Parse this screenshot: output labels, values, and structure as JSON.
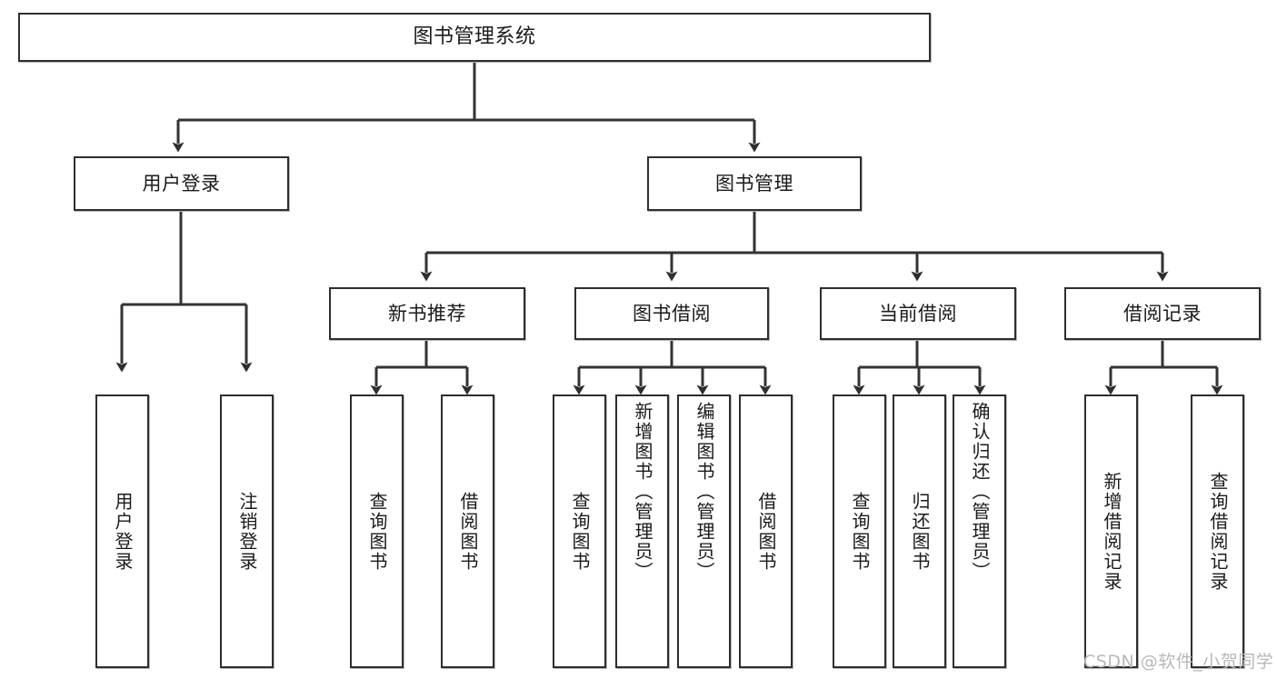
{
  "diagram": {
    "title": "图书管理系统",
    "type": "tree",
    "colors": {
      "box_border": "#2e2e2e",
      "box_fill": "#ffffff",
      "connector": "#333333",
      "watermark": "#b8b8b8",
      "background": "#ffffff"
    },
    "levels": {
      "root": "图书管理系统",
      "level2": [
        "用户登录",
        "图书管理"
      ],
      "level3": [
        "新书推荐",
        "图书借阅",
        "当前借阅",
        "借阅记录"
      ]
    },
    "nodes": {
      "root": {
        "label": "图书管理系统"
      },
      "user_login": {
        "label": "用户登录"
      },
      "book_manage": {
        "label": "图书管理"
      },
      "new_book_rec": {
        "label": "新书推荐"
      },
      "book_borrow": {
        "label": "图书借阅"
      },
      "current_borrow": {
        "label": "当前借阅"
      },
      "borrow_record": {
        "label": "借阅记录"
      }
    },
    "leaves": {
      "user_login": [
        {
          "label": "用户登录"
        },
        {
          "label": "注销登录"
        }
      ],
      "new_book_rec": [
        {
          "label": "查询图书"
        },
        {
          "label": "借阅图书"
        }
      ],
      "book_borrow": [
        {
          "label": "查询图书"
        },
        {
          "label": "新增图书（管理员）"
        },
        {
          "label": "编辑图书（管理员）"
        },
        {
          "label": "借阅图书"
        }
      ],
      "current_borrow": [
        {
          "label": "查询图书"
        },
        {
          "label": "归还图书"
        },
        {
          "label": "确认归还（管理员）"
        }
      ],
      "borrow_record": [
        {
          "label": "新增借阅记录"
        },
        {
          "label": "查询借阅记录"
        }
      ]
    },
    "watermark": "CSDN @软件_小贺同学"
  }
}
